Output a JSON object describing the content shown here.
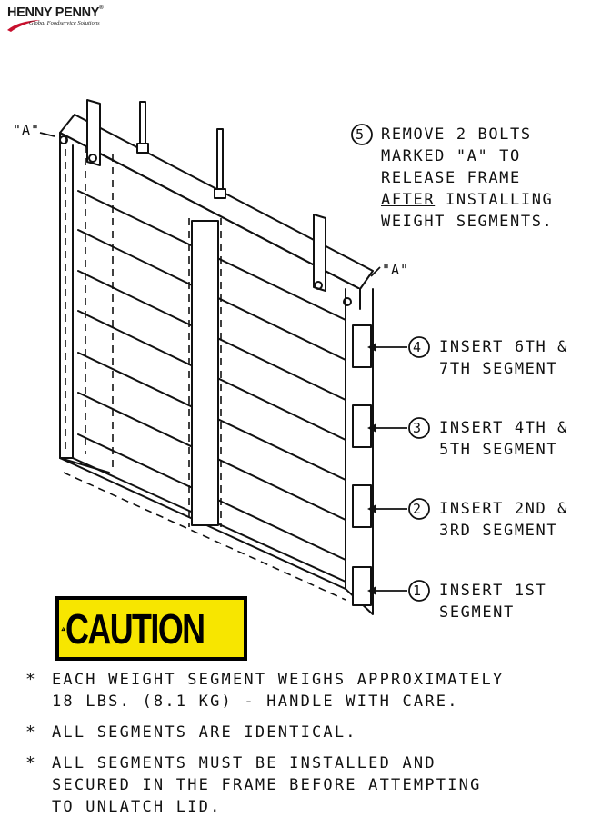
{
  "logo": {
    "name": "HENNY PENNY",
    "registered": "®",
    "tagline": "Global Foodservice Solutions"
  },
  "callouts": {
    "marker_left": "\"A\"",
    "marker_right": "\"A\"",
    "step5": {
      "number": "5",
      "lines": [
        "REMOVE 2 BOLTS",
        "MARKED \"A\" TO",
        "RELEASE FRAME"
      ],
      "emph": "AFTER",
      "line4_rest": " INSTALLING",
      "line5": "WEIGHT SEGMENTS."
    },
    "step4": {
      "number": "4",
      "line1": "INSERT 6TH &",
      "line2": "7TH SEGMENT"
    },
    "step3": {
      "number": "3",
      "line1": "INSERT 4TH &",
      "line2": "5TH SEGMENT"
    },
    "step2": {
      "number": "2",
      "line1": "INSERT 2ND &",
      "line2": "3RD SEGMENT"
    },
    "step1": {
      "number": "1",
      "line1": "INSERT 1ST",
      "line2": "SEGMENT"
    }
  },
  "caution": {
    "label": "CAUTION",
    "icon": "warning-triangle-icon",
    "color": "#f7e600"
  },
  "notes": [
    {
      "bullet": "*",
      "text": "EACH WEIGHT SEGMENT WEIGHS APPROXIMATELY\n18 LBS. (8.1 KG) - HANDLE WITH CARE."
    },
    {
      "bullet": "*",
      "text": "ALL SEGMENTS ARE IDENTICAL."
    },
    {
      "bullet": "*",
      "text": "ALL SEGMENTS MUST BE INSTALLED AND\nSECURED IN THE FRAME BEFORE ATTEMPTING\nTO UNLATCH LID."
    }
  ]
}
